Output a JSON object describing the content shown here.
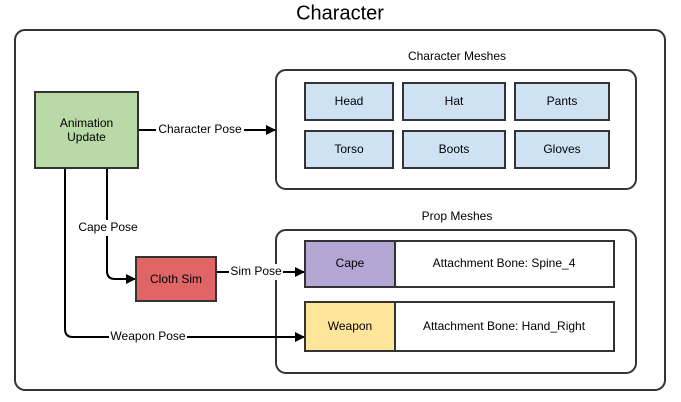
{
  "title": "Character",
  "colors": {
    "animation_update": "#b9d9a7",
    "cloth_sim": "#e06666",
    "mesh": "#cfe2f3",
    "cape": "#b4a7d6",
    "weapon": "#ffe599"
  },
  "nodes": {
    "animation_update": "Animation Update",
    "cloth_sim": "Cloth Sim"
  },
  "character_meshes": {
    "label": "Character Meshes",
    "items": [
      "Head",
      "Hat",
      "Pants",
      "Torso",
      "Boots",
      "Gloves"
    ]
  },
  "prop_meshes": {
    "label": "Prop Meshes",
    "items": [
      {
        "name": "Cape",
        "attachment": "Attachment Bone: Spine_4"
      },
      {
        "name": "Weapon",
        "attachment": "Attachment Bone: Hand_Right"
      }
    ]
  },
  "edges": {
    "character_pose": "Character Pose",
    "cape_pose": "Cape Pose",
    "sim_pose": "Sim Pose",
    "weapon_pose": "Weapon Pose"
  }
}
